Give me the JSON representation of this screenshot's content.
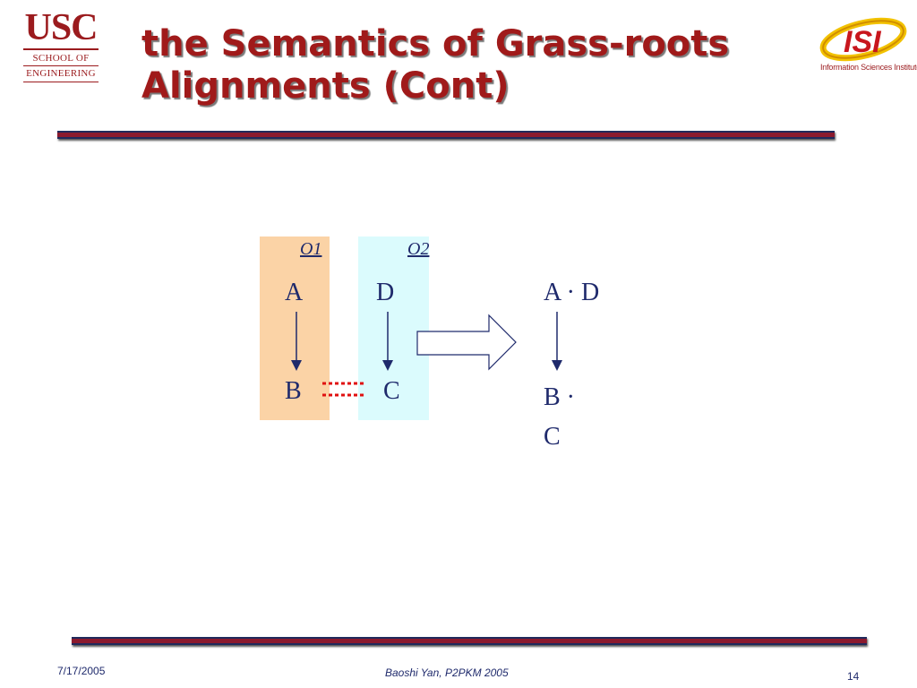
{
  "header": {
    "title": "the Semantics of Grass-roots Alignments (Cont)",
    "left_logo": {
      "main": "USC",
      "line1": "SCHOOL OF",
      "line2": "ENGINEERING"
    },
    "right_logo": {
      "mark": "ISI",
      "caption": "Information Sciences Institute"
    }
  },
  "diagram": {
    "ontology_labels": [
      "O1",
      "O2"
    ],
    "o1_nodes": {
      "top": "A",
      "bottom": "B"
    },
    "o2_nodes": {
      "top": "D",
      "bottom": "C"
    },
    "result": {
      "top": "A · D",
      "bottom": "B · C"
    }
  },
  "footer": {
    "date": "7/17/2005",
    "author": "Baoshi Yan, P2PKM 2005",
    "page": "14"
  },
  "colors": {
    "title": "#a01a1a",
    "text": "#1f2a6c",
    "o1_fill": "#fbd3a6",
    "o2_fill": "#dbfbfd",
    "alignment": "#e01010",
    "rule": "#8b1a2e"
  }
}
